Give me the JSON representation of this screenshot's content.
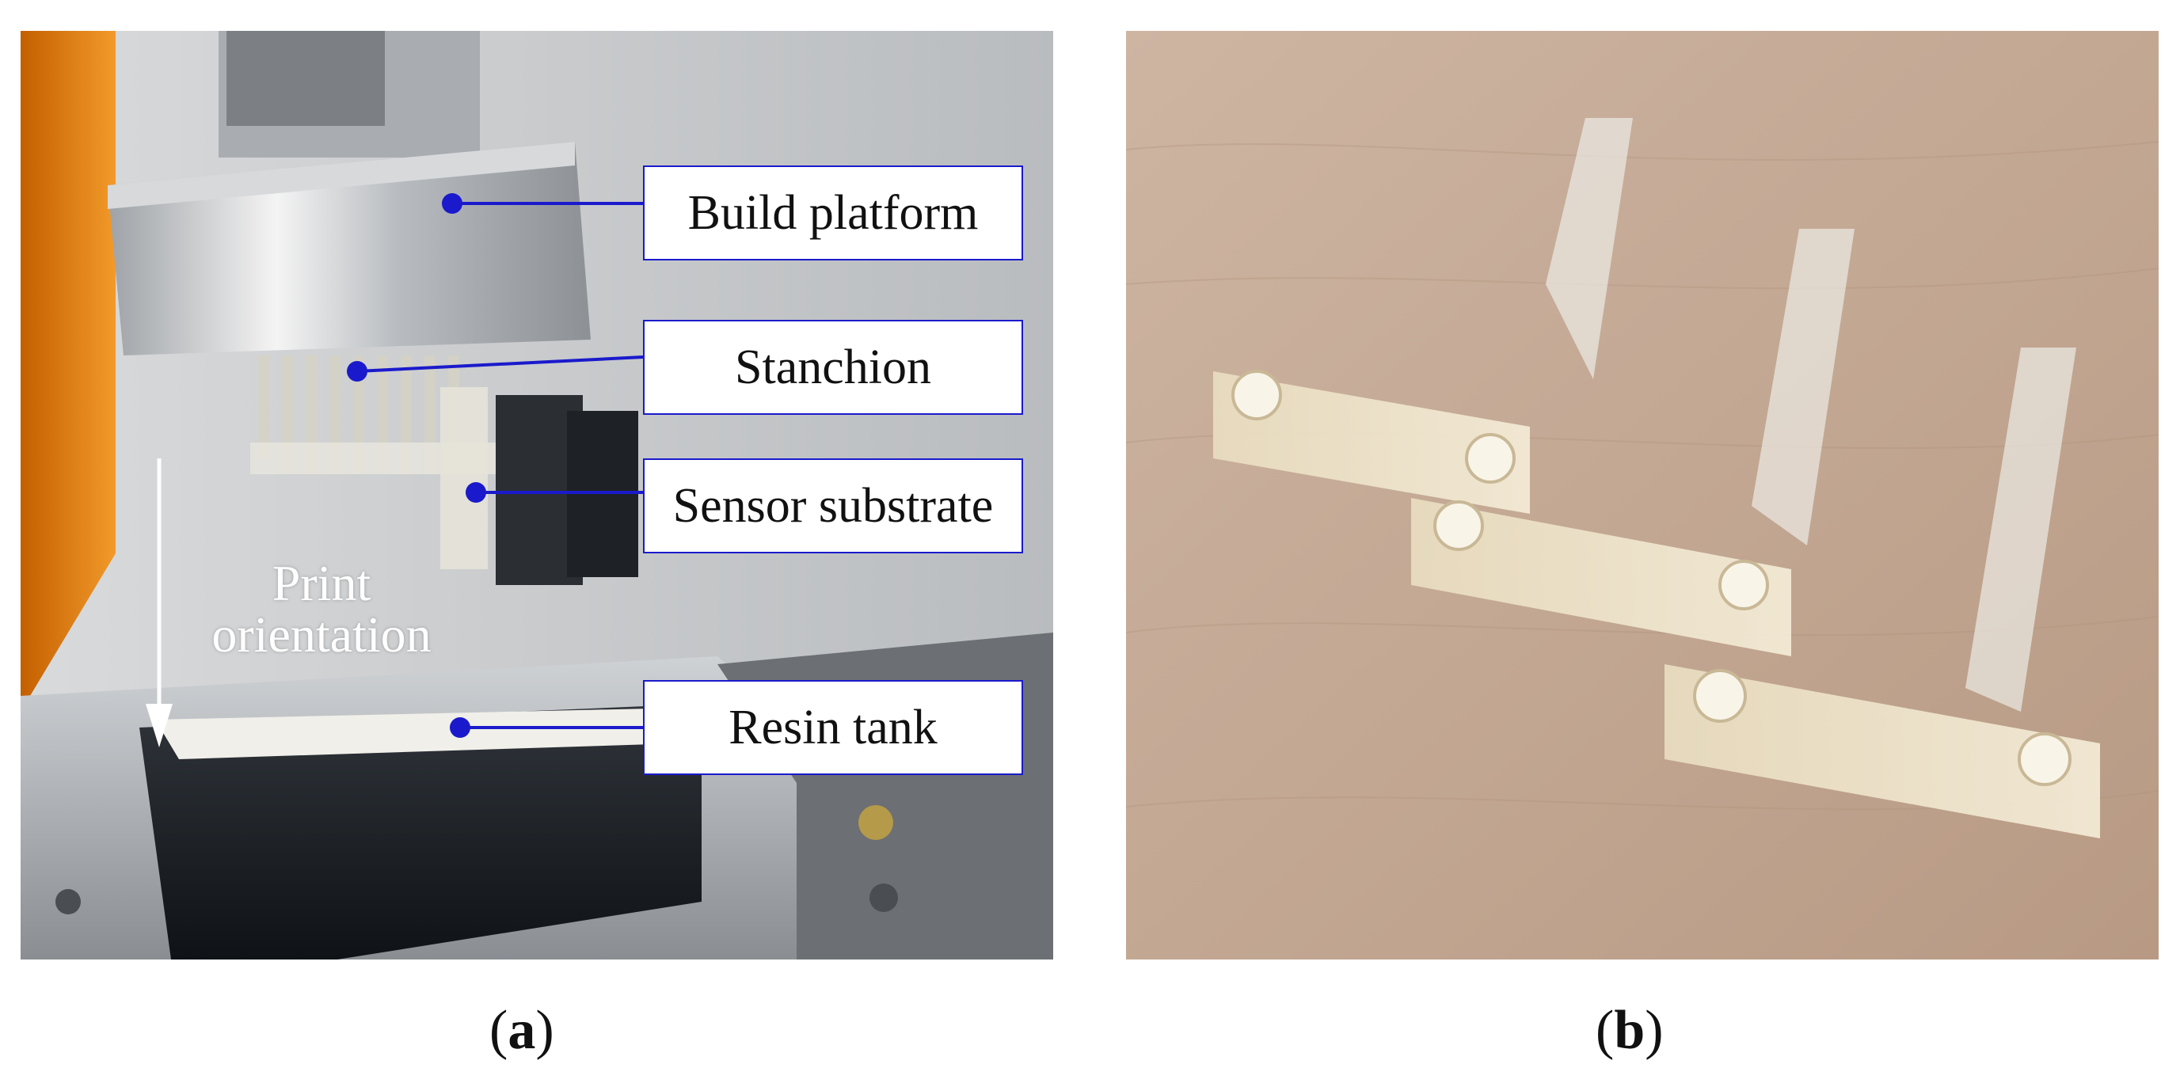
{
  "panel_a": {
    "labels": {
      "build_platform": "Build platform",
      "stanchion": "Stanchion",
      "sensor_substrate": "Sensor substrate",
      "resin_tank": "Resin tank"
    },
    "arrow_text_line1": "Print",
    "arrow_text_line2": "orientation",
    "colors": {
      "leader": "#1a1acc",
      "box_border": "#1a1acc",
      "orange_cover": "#e8850e"
    }
  },
  "captions": {
    "a_open": "(",
    "a_letter": "a",
    "a_close": ")",
    "b_open": "(",
    "b_letter": "b",
    "b_close": ")"
  }
}
